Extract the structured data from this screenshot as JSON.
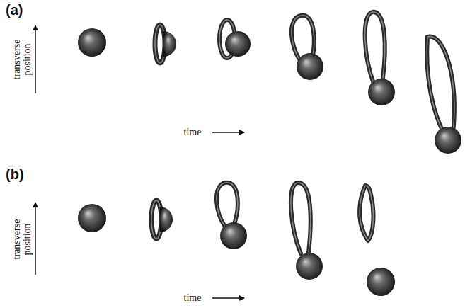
{
  "diagram": {
    "labels": [
      "(a)",
      "transverse position",
      "time",
      "(b)",
      "transverse position",
      "time"
    ]
  }
}
